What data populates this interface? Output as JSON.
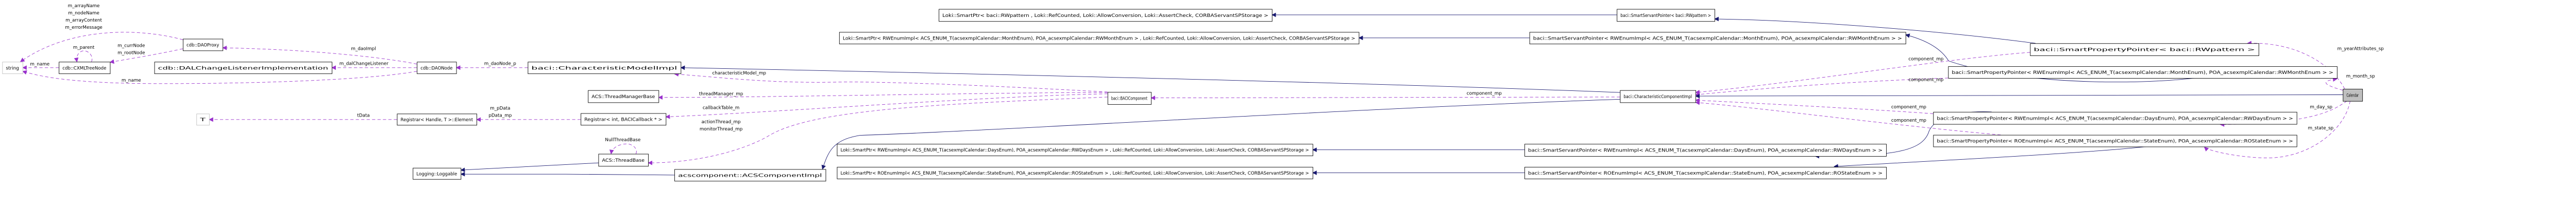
{
  "colors": {
    "usage_edge": "#9a32cd",
    "inheritance_edge": "#191970",
    "focus_fill": "#bfbfbf",
    "external_border": "#bfbfbf"
  },
  "nodes": [
    {
      "id": "string",
      "label": "string",
      "style": "external"
    },
    {
      "id": "cxml",
      "label": "cdb::CXMLTreeNode",
      "style": "normal"
    },
    {
      "id": "daoproxy",
      "label": "cdb::DAOProxy",
      "style": "normal"
    },
    {
      "id": "dalcl",
      "label": "cdb::DALChangeListenerImplementation",
      "style": "normal"
    },
    {
      "id": "daonode",
      "label": "cdb::DAONode",
      "style": "normal"
    },
    {
      "id": "t",
      "label": "T",
      "style": "external"
    },
    {
      "id": "element",
      "label": "Registrar< Handle, T >::Element",
      "style": "normal"
    },
    {
      "id": "loggable",
      "label": "Logging::Loggable",
      "style": "normal"
    },
    {
      "id": "cmi",
      "label": "baci::CharacteristicModelImpl",
      "style": "normal"
    },
    {
      "id": "tmb",
      "label": "ACS::ThreadManagerBase",
      "style": "normal"
    },
    {
      "id": "regint",
      "label": "Registrar< int, BACICallback * >",
      "style": "normal"
    },
    {
      "id": "threadbase",
      "label": "ACS::ThreadBase",
      "style": "normal"
    },
    {
      "id": "acsci",
      "label": "acscomponent::ACSComponentImpl",
      "style": "normal"
    },
    {
      "id": "baci",
      "label": "baci::BACIComponent",
      "style": "normal"
    },
    {
      "id": "cci",
      "label": "baci::CharacteristicComponentImpl",
      "style": "normal"
    },
    {
      "id": "loki_rw",
      "label": "Loki::SmartPtr< baci::RWpattern , Loki::RefCounted, Loki::AllowConversion, Loki::AssertCheck, CORBAServantSPStorage >",
      "style": "normal"
    },
    {
      "id": "loki_month",
      "label": "Loki::SmartPtr< RWEnumImpl< ACS_ENUM_T(acsexmplCalendar::MonthEnum), POA_acsexmplCalendar::RWMonthEnum > , Loki::RefCounted, Loki::AllowConversion, Loki::AssertCheck, CORBAServantSPStorage >",
      "style": "normal"
    },
    {
      "id": "loki_days",
      "label": "Loki::SmartPtr< RWEnumImpl< ACS_ENUM_T(acsexmplCalendar::DaysEnum), POA_acsexmplCalendar::RWDaysEnum > , Loki::RefCounted, Loki::AllowConversion, Loki::AssertCheck, CORBAServantSPStorage >",
      "style": "normal"
    },
    {
      "id": "loki_state",
      "label": "Loki::SmartPtr< ROEnumImpl< ACS_ENUM_T(acsexmplCalendar::StateEnum), POA_acsexmplCalendar::ROStateEnum > , Loki::RefCounted, Loki::AllowConversion, Loki::AssertCheck, CORBAServantSPStorage >",
      "style": "normal"
    },
    {
      "id": "ssp_rw",
      "label": "baci::SmartServantPointer< baci::RWpattern >",
      "style": "normal"
    },
    {
      "id": "ssp_month",
      "label": "baci::SmartServantPointer< RWEnumImpl< ACS_ENUM_T(acsexmplCalendar::MonthEnum), POA_acsexmplCalendar::RWMonthEnum > >",
      "style": "normal"
    },
    {
      "id": "ssp_days",
      "label": "baci::SmartServantPointer< RWEnumImpl< ACS_ENUM_T(acsexmplCalendar::DaysEnum), POA_acsexmplCalendar::RWDaysEnum > >",
      "style": "normal"
    },
    {
      "id": "ssp_state",
      "label": "baci::SmartServantPointer< ROEnumImpl< ACS_ENUM_T(acsexmplCalendar::StateEnum), POA_acsexmplCalendar::ROStateEnum > >",
      "style": "normal"
    },
    {
      "id": "spp_rw",
      "label": "baci::SmartPropertyPointer< baci::RWpattern >",
      "style": "normal"
    },
    {
      "id": "spp_month",
      "label": "baci::SmartPropertyPointer< RWEnumImpl< ACS_ENUM_T(acsexmplCalendar::MonthEnum), POA_acsexmplCalendar::RWMonthEnum > >",
      "style": "normal"
    },
    {
      "id": "spp_days",
      "label": "baci::SmartPropertyPointer< RWEnumImpl< ACS_ENUM_T(acsexmplCalendar::DaysEnum), POA_acsexmplCalendar::RWDaysEnum > >",
      "style": "normal"
    },
    {
      "id": "spp_state",
      "label": "baci::SmartPropertyPointer< ROEnumImpl< ACS_ENUM_T(acsexmplCalendar::StateEnum), POA_acsexmplCalendar::ROStateEnum > >",
      "style": "normal"
    },
    {
      "id": "calendar",
      "label": "Calendar",
      "style": "focus"
    }
  ],
  "edges": [
    {
      "from": "daoproxy",
      "to": "string",
      "kind": "usage",
      "labels": [
        "m_arrayName",
        "m_nodeName",
        "m_arrayContent",
        "m_errorMessage"
      ]
    },
    {
      "from": "cxml",
      "to": "string",
      "kind": "usage",
      "labels": [
        "m_name"
      ]
    },
    {
      "from": "cxml",
      "to": "cxml",
      "kind": "usage",
      "labels": [
        "m_parent"
      ]
    },
    {
      "from": "daoproxy",
      "to": "cxml",
      "kind": "usage",
      "labels": [
        "m_currNode",
        "m_rootNode"
      ]
    },
    {
      "from": "daonode",
      "to": "string",
      "kind": "usage",
      "labels": [
        "m_name"
      ]
    },
    {
      "from": "daonode",
      "to": "daoproxy",
      "kind": "usage",
      "labels": [
        "m_daoImpl"
      ]
    },
    {
      "from": "daonode",
      "to": "dalcl",
      "kind": "usage",
      "labels": [
        "m_dalChangeListener"
      ]
    },
    {
      "from": "cmi",
      "to": "daonode",
      "kind": "usage",
      "labels": [
        "m_daoNode_p"
      ]
    },
    {
      "from": "element",
      "to": "t",
      "kind": "usage",
      "labels": [
        "tData"
      ]
    },
    {
      "from": "regint",
      "to": "element",
      "kind": "usage",
      "labels": [
        "m_pData",
        "pData_mp"
      ]
    },
    {
      "from": "threadbase",
      "to": "threadbase",
      "kind": "usage",
      "labels": [
        "NullThreadBase"
      ]
    },
    {
      "from": "threadbase",
      "to": "loggable",
      "kind": "inheritance",
      "labels": []
    },
    {
      "from": "acsci",
      "to": "loggable",
      "kind": "inheritance",
      "labels": []
    },
    {
      "from": "baci",
      "to": "tmb",
      "kind": "usage",
      "labels": [
        "threadManager_mp"
      ]
    },
    {
      "from": "baci",
      "to": "regint",
      "kind": "usage",
      "labels": [
        "callbackTable_m"
      ]
    },
    {
      "from": "baci",
      "to": "threadbase",
      "kind": "usage",
      "labels": [
        "actionThread_mp",
        "monitorThread_mp"
      ]
    },
    {
      "from": "baci",
      "to": "cmi",
      "kind": "usage",
      "labels": [
        "characteristicModel_mp"
      ]
    },
    {
      "from": "cci",
      "to": "cmi",
      "kind": "inheritance",
      "labels": []
    },
    {
      "from": "cci",
      "to": "acsci",
      "kind": "inheritance",
      "labels": []
    },
    {
      "from": "cci",
      "to": "baci",
      "kind": "usage",
      "labels": [
        "component_mp"
      ]
    },
    {
      "from": "ssp_rw",
      "to": "loki_rw",
      "kind": "inheritance",
      "labels": []
    },
    {
      "from": "ssp_month",
      "to": "loki_month",
      "kind": "inheritance",
      "labels": []
    },
    {
      "from": "ssp_days",
      "to": "loki_days",
      "kind": "inheritance",
      "labels": []
    },
    {
      "from": "ssp_state",
      "to": "loki_state",
      "kind": "inheritance",
      "labels": []
    },
    {
      "from": "spp_rw",
      "to": "ssp_rw",
      "kind": "inheritance",
      "labels": []
    },
    {
      "from": "spp_month",
      "to": "ssp_month",
      "kind": "inheritance",
      "labels": []
    },
    {
      "from": "spp_days",
      "to": "ssp_days",
      "kind": "inheritance",
      "labels": []
    },
    {
      "from": "spp_state",
      "to": "ssp_state",
      "kind": "inheritance",
      "labels": []
    },
    {
      "from": "spp_rw",
      "to": "cci",
      "kind": "usage",
      "labels": [
        "component_mp"
      ]
    },
    {
      "from": "spp_month",
      "to": "cci",
      "kind": "usage",
      "labels": [
        "component_mp"
      ]
    },
    {
      "from": "spp_days",
      "to": "cci",
      "kind": "usage",
      "labels": [
        "component_mp"
      ]
    },
    {
      "from": "spp_state",
      "to": "cci",
      "kind": "usage",
      "labels": [
        "component_mp"
      ]
    },
    {
      "from": "calendar",
      "to": "cci",
      "kind": "inheritance",
      "labels": []
    },
    {
      "from": "calendar",
      "to": "spp_rw",
      "kind": "usage",
      "labels": [
        "m_yearAttributes_sp"
      ]
    },
    {
      "from": "calendar",
      "to": "spp_month",
      "kind": "usage",
      "labels": [
        "m_month_sp"
      ]
    },
    {
      "from": "calendar",
      "to": "spp_days",
      "kind": "usage",
      "labels": [
        "m_day_sp"
      ]
    },
    {
      "from": "calendar",
      "to": "spp_state",
      "kind": "usage",
      "labels": [
        "m_state_sp"
      ]
    }
  ]
}
